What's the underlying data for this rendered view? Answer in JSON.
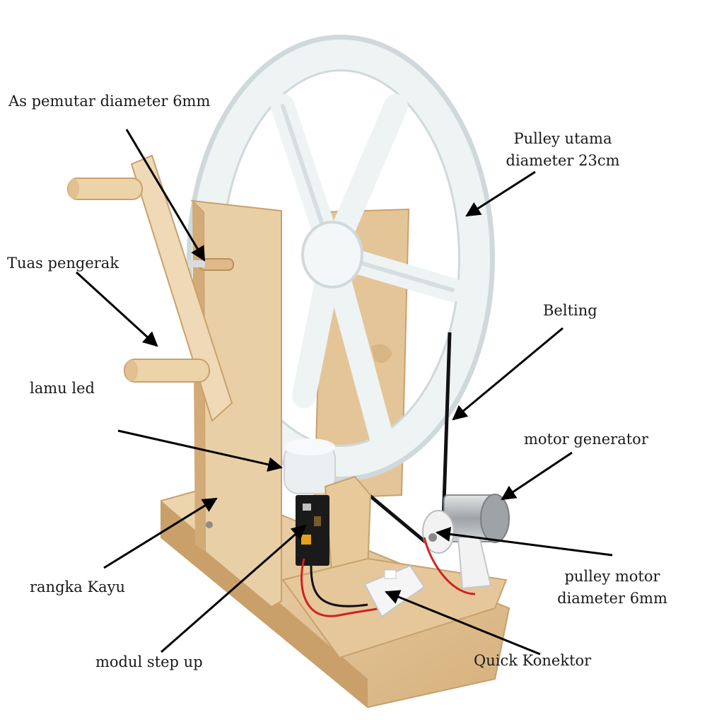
{
  "labels": {
    "as_pemutar": "As pemutar diameter 6mm",
    "pulley_utama_line1": "Pulley utama",
    "pulley_utama_line2": "diameter 23cm",
    "tuas_pengerak": "Tuas pengerak",
    "belting": "Belting",
    "lamu_led": "lamu led",
    "motor_generator": "motor generator",
    "rangka_kayu": "rangka Kayu",
    "pulley_motor_line1": "pulley motor",
    "pulley_motor_line2": "diameter 6mm",
    "modul_step_up": "modul step up",
    "quick_konektor": "Quick Konektor"
  },
  "colors": {
    "wood_light": "#e9cfa6",
    "wood_mid": "#d8b583",
    "wood_dark": "#b98f5c",
    "pulley_white": "#eef3f4",
    "pulley_shadow": "#cfd9dc",
    "belt": "#111111",
    "arrow": "#000000",
    "motor_metal": "#b8bcc0",
    "wire_red": "#d22020",
    "wire_black": "#111111",
    "pcb": "#1a1a1a"
  }
}
